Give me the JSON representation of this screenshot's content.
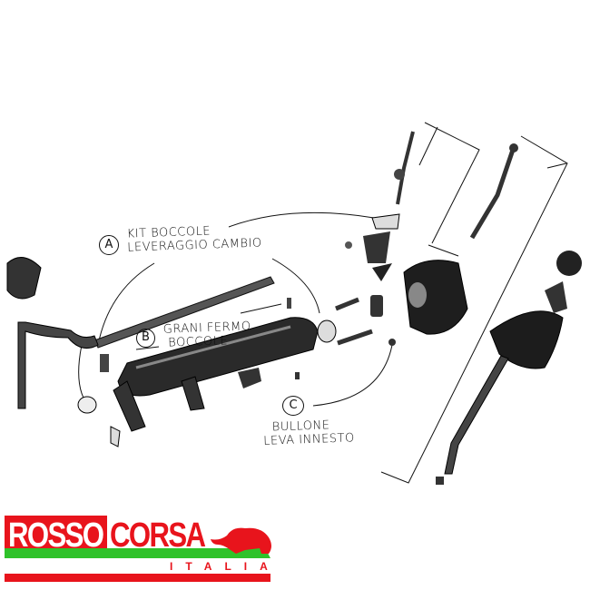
{
  "labels": {
    "a": {
      "letter": "A",
      "line1": "KIT BOCCOLE",
      "line2": "LEVERAGGIO CAMBIO"
    },
    "b": {
      "letter": "B",
      "line1": "GRANI FERMO",
      "line2": "BOCCOLE"
    },
    "c": {
      "letter": "C",
      "line1": "BULLONE",
      "line2": "LEVA INNESTO"
    }
  },
  "logo": {
    "word1": "ROSSO",
    "word2": "CORSA",
    "subtitle": "ITALIA"
  },
  "colors": {
    "brand_red": "#e8141c",
    "brand_green": "#2fc22a",
    "ink": "#1a1a1a"
  }
}
